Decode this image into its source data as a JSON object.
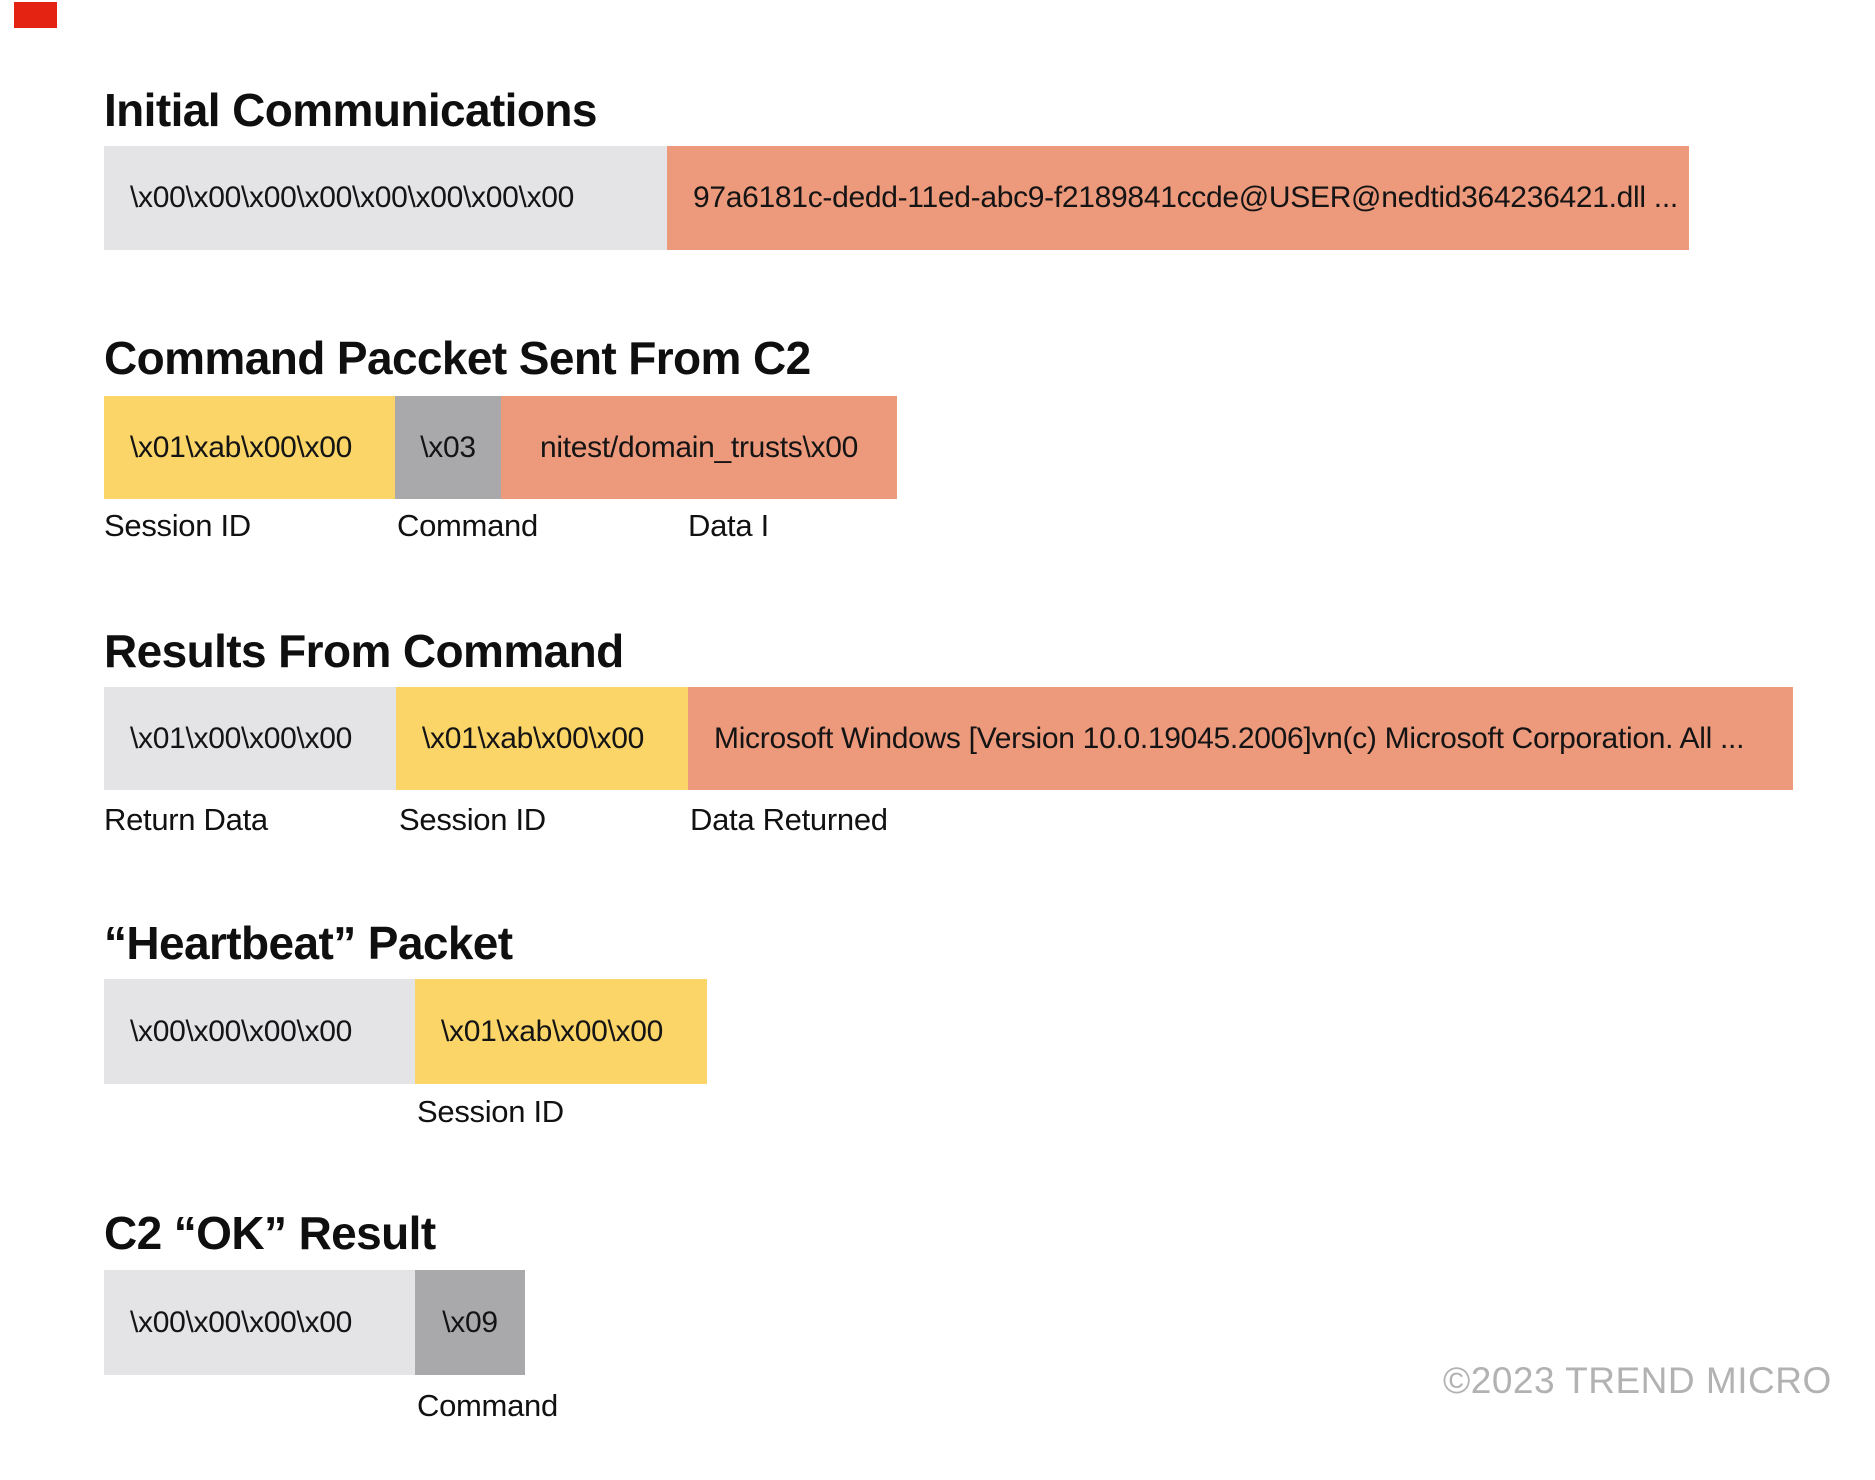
{
  "colors": {
    "gray": "#e4e4e6",
    "yellow": "#fbd567",
    "salmon": "#ec997c",
    "midgray": "#a9a9ac",
    "brand_red": "#e42313",
    "watermark_gray": "#b2b2b3"
  },
  "footer": {
    "copyright": "©2023 TREND MICRO"
  },
  "sections": [
    {
      "title": "Initial Communications",
      "boxes": [
        {
          "text": "\\x00\\x00\\x00\\x00\\x00\\x00\\x00\\x00"
        },
        {
          "text": "97a6181c-dedd-11ed-abc9-f2189841ccde@USER@nedtid364236421.dll ..."
        }
      ],
      "labels": []
    },
    {
      "title": "Command Paccket Sent From C2",
      "boxes": [
        {
          "text": "\\x01\\xab\\x00\\x00"
        },
        {
          "text": "\\x03"
        },
        {
          "text": "nitest/domain_trusts\\x00"
        }
      ],
      "labels": [
        "Session ID",
        "Command",
        "Data I"
      ]
    },
    {
      "title": "Results From Command",
      "boxes": [
        {
          "text": "\\x01\\x00\\x00\\x00"
        },
        {
          "text": "\\x01\\xab\\x00\\x00"
        },
        {
          "text": "Microsoft Windows [Version 10.0.19045.2006]vn(c) Microsoft Corporation. All ..."
        }
      ],
      "labels": [
        "Return Data",
        "Session ID",
        "Data Returned"
      ]
    },
    {
      "title": "“Heartbeat” Packet",
      "boxes": [
        {
          "text": "\\x00\\x00\\x00\\x00"
        },
        {
          "text": "\\x01\\xab\\x00\\x00"
        }
      ],
      "labels": [
        "Session ID"
      ]
    },
    {
      "title": "C2 “OK” Result",
      "boxes": [
        {
          "text": "\\x00\\x00\\x00\\x00"
        },
        {
          "text": "\\x09"
        }
      ],
      "labels": [
        "Command"
      ]
    }
  ]
}
